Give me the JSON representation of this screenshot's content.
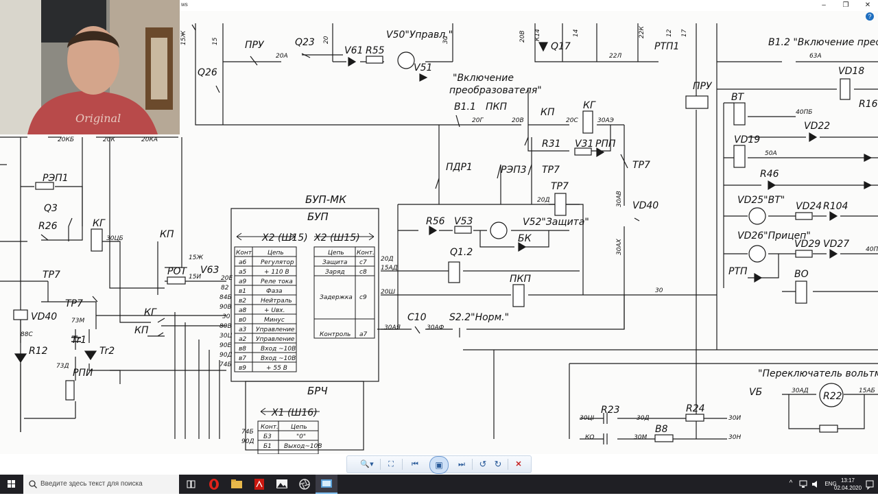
{
  "window": {
    "title": "ws",
    "minimize": "–",
    "restore": "❐",
    "close": "✕",
    "help": "?"
  },
  "schematic": {
    "blocks": [
      {
        "id": "bup_mk",
        "label": "БУП-МК"
      },
      {
        "id": "bup",
        "label": "БУП"
      },
      {
        "id": "brch",
        "label": "БРЧ"
      }
    ],
    "connector_x2_left": {
      "header": "X2 (Ш15)",
      "col_contact": "Конт.",
      "col_circuit": "Цепь",
      "rows": [
        {
          "contact": "a6",
          "circuit": "Регулятор"
        },
        {
          "contact": "a5",
          "circuit": "+ 110 В"
        },
        {
          "contact": "a9",
          "circuit": "Реле тока"
        },
        {
          "contact": "в1",
          "circuit": "Фаза"
        },
        {
          "contact": "в2",
          "circuit": "Нейтраль"
        },
        {
          "contact": "a8",
          "circuit": "+ Uвх."
        },
        {
          "contact": "в0",
          "circuit": "Минус"
        },
        {
          "contact": "a3",
          "circuit": "Управление"
        },
        {
          "contact": "a2",
          "circuit": "Управление"
        },
        {
          "contact": "в8",
          "circuit": "Вход ~10В"
        },
        {
          "contact": "в7",
          "circuit": "Вход ~10В"
        },
        {
          "contact": "в9",
          "circuit": "+ 55 В"
        }
      ]
    },
    "connector_x2_right": {
      "header": "X2 (Ш15)",
      "col_circuit": "Цепь",
      "col_contact": "Конт.",
      "rows": [
        {
          "circuit": "Защита",
          "contact": "с7"
        },
        {
          "circuit": "Заряд",
          "contact": "с8"
        },
        {
          "circuit": "Задержка",
          "contact": "с9"
        },
        {
          "circuit": "Контроль",
          "contact": "а7"
        }
      ]
    },
    "connector_x1": {
      "header": "X1 (Ш16)",
      "col_contact": "Конт.",
      "col_circuit": "Цепь",
      "rows": [
        {
          "contact": "Б3",
          "circuit": "\"0\""
        },
        {
          "contact": "Б1",
          "circuit": "Выход~10В"
        }
      ]
    },
    "captions": [
      {
        "text": "V50\"Управл.\""
      },
      {
        "text": "\"Включение"
      },
      {
        "text": "преобразователя\""
      },
      {
        "text": "В1.2 \"Включение преобразов"
      },
      {
        "text": "V52\"Защита\""
      },
      {
        "text": "VD25\"ВТ\""
      },
      {
        "text": "VD26\"Прицеп\""
      },
      {
        "text": "S2.2\"Норм.\""
      },
      {
        "text": "\"Переключатель вольтметра\""
      }
    ],
    "components": [
      "ПРУ",
      "Q23",
      "V61",
      "R55",
      "V51",
      "Q26",
      "В1.1",
      "ПКП",
      "КП",
      "КГ",
      "R31",
      "V31",
      "РПП",
      "ПДР1",
      "РЭП3",
      "ТР7",
      "VD40",
      "Q17",
      "РТП1",
      "ВТ",
      "VD19",
      "VD22",
      "R46",
      "VD24",
      "R104",
      "VD29",
      "VD27",
      "РТП",
      "ВО",
      "VD18",
      "R16",
      "РЭП1",
      "Q3",
      "R26",
      "РОТ",
      "V63",
      "R56",
      "V53",
      "БК",
      "Q1.2",
      "C10",
      "Tr1",
      "Tr2",
      "R12",
      "РПИ",
      "R23",
      "R24",
      "В8",
      "VБ",
      "R22"
    ],
    "wires": [
      "15Ж",
      "15",
      "20А",
      "20",
      "30",
      "20В",
      "К14",
      "14",
      "22Л",
      "22К",
      "12",
      "17",
      "63А",
      "40ПБ",
      "50А",
      "40П",
      "20Г",
      "20С",
      "30АЭ",
      "30АВ",
      "30АХ",
      "20Д",
      "15АД",
      "20Ш",
      "30АЯ",
      "30АФ",
      "15Ж",
      "15И",
      "20Е",
      "82",
      "84Б",
      "90В",
      "80В",
      "30Ц",
      "90Е",
      "90Д",
      "74Б",
      "30ЦБ",
      "20К",
      "20КА",
      "20КБ",
      "88С",
      "73М",
      "73Д",
      "30ЦI",
      "30Д",
      "30И",
      "30М",
      "30Н",
      "30АД",
      "15АБ",
      "КО"
    ]
  },
  "viewer_toolbar": {
    "zoom": "🔍▾",
    "fit": "⛶",
    "prev": "⏮",
    "slideshow": "▣",
    "next": "⏭",
    "rotate_left": "↺",
    "rotate_right": "↻",
    "delete": "✕"
  },
  "taskbar": {
    "search_placeholder": "Введите здесь текст для поиска",
    "language": "ENG",
    "time": "13:17",
    "date": "02.04.2020"
  },
  "colors": {
    "taskbar": "#1f1f24",
    "search_box": "#f3f3f3",
    "accent": "#1f6fc0",
    "opera_red": "#e0231b",
    "acrobat_red": "#c8170f",
    "folder_yellow": "#e8b84b"
  }
}
